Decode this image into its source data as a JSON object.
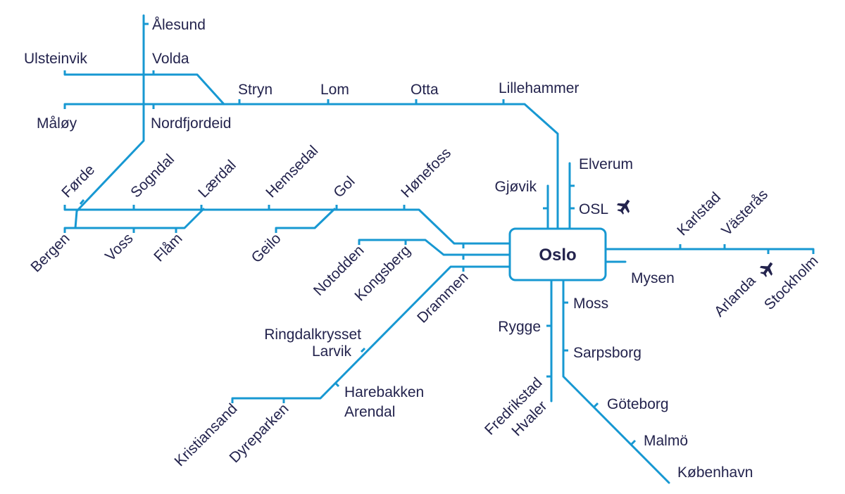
{
  "hub": {
    "name": "Oslo"
  },
  "stations": {
    "alesund": "Ålesund",
    "ulsteinvik": "Ulsteinvik",
    "volda": "Volda",
    "maloy": "Måløy",
    "nordfjordeid": "Nordfjordeid",
    "stryn": "Stryn",
    "lom": "Lom",
    "otta": "Otta",
    "lillehammer": "Lillehammer",
    "forde": "Førde",
    "sogndal": "Sogndal",
    "laerdal": "Lærdal",
    "hemsedal": "Hemsedal",
    "gol": "Gol",
    "honefoss": "Hønefoss",
    "bergen": "Bergen",
    "voss": "Voss",
    "flam": "Flåm",
    "geilo": "Geilo",
    "notodden": "Notodden",
    "kongsberg": "Kongsberg",
    "drammen": "Drammen",
    "ringdalkrysset": "Ringdalkrysset",
    "larvik": "Larvik",
    "harebakken": "Harebakken",
    "arendal": "Arendal",
    "kristiansand": "Kristiansand",
    "dyreparken": "Dyreparken",
    "gjovik": "Gjøvik",
    "elverum": "Elverum",
    "osl": "OSL",
    "karlstad": "Karlstad",
    "vasteras": "Västerås",
    "mysen": "Mysen",
    "arlanda": "Arlanda",
    "stockholm": "Stockholm",
    "moss": "Moss",
    "rygge": "Rygge",
    "sarpsborg": "Sarpsborg",
    "fredrikstad": "Fredrikstad",
    "hvaler": "Hvaler",
    "goteborg": "Göteborg",
    "malmo": "Malmö",
    "kobenhavn": "København"
  },
  "icons": {
    "osl": "airplane-icon",
    "arlanda": "airplane-icon"
  },
  "colors": {
    "line": "#1798d2",
    "text": "#23234d",
    "background": "#ffffff"
  }
}
